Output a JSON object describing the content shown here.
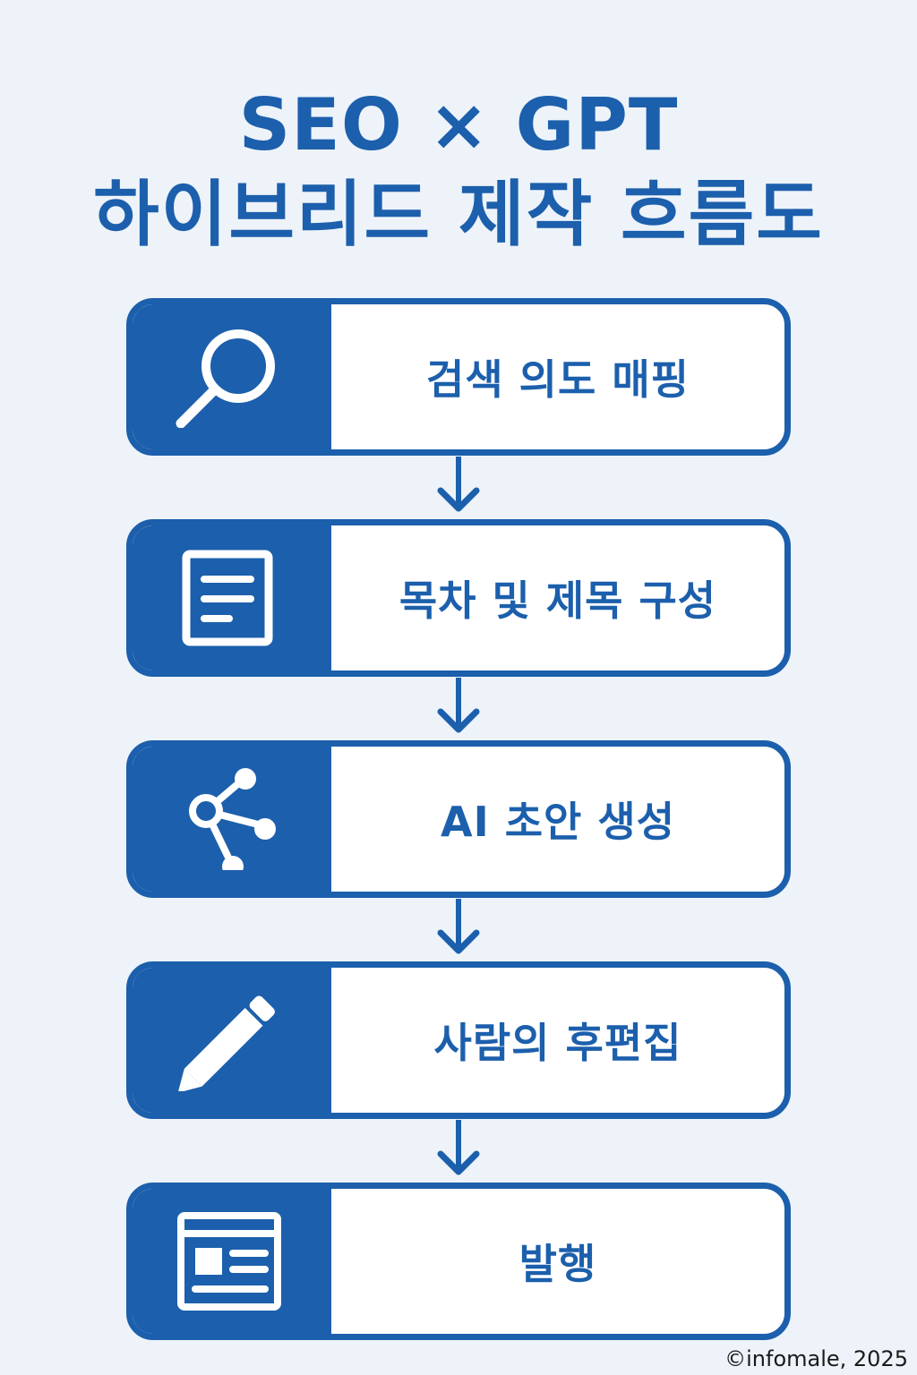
{
  "title": {
    "line1": "SEO × GPT",
    "line2": "하이브리드 제작 흐름도"
  },
  "steps": [
    {
      "label": "검색 의도 매핑",
      "icon": "search-icon"
    },
    {
      "label": "목차 및 제목 구성",
      "icon": "document-icon"
    },
    {
      "label": "AI 초안 생성",
      "icon": "share-network-icon"
    },
    {
      "label": "사람의 후편집",
      "icon": "pencil-icon"
    },
    {
      "label": "발행",
      "icon": "newspaper-icon"
    }
  ],
  "footer": {
    "copyright": "©infomale, 2025"
  },
  "colors": {
    "primary": "#1C5FAC",
    "background": "#EDF3F9"
  }
}
